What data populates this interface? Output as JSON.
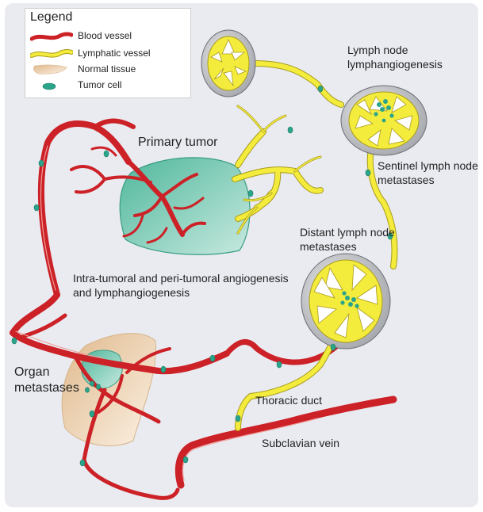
{
  "colors": {
    "background": "#e9ebf1",
    "blood_vessel": "#cc2127",
    "blood_vessel_highlight": "#f0a09c",
    "lymphatic_vessel": "#f4ec3d",
    "lymphatic_outline": "#a89a1a",
    "normal_tissue": "#e8c9a2",
    "tumor_fill": "#5cbea6",
    "tumor_cell": "#2aa58a",
    "node_capsule": "#b5b8bf",
    "node_inner": "#f4ec3d"
  },
  "legend": {
    "title": "Legend",
    "items": [
      {
        "label": "Blood vessel",
        "icon": "blood-vessel-swatch"
      },
      {
        "label": "Lymphatic vessel",
        "icon": "lymphatic-vessel-swatch"
      },
      {
        "label": "Normal tissue",
        "icon": "normal-tissue-swatch"
      },
      {
        "label": "Tumor cell",
        "icon": "tumor-cell-swatch"
      }
    ]
  },
  "labels": {
    "primary_tumor": "Primary tumor",
    "lymph_node_lymphangiogenesis": "Lymph node lymphangiogenesis",
    "sentinel_metastases": "Sentinel lymph node metastases",
    "distant_metastases": "Distant lymph node metastases",
    "angiogenesis": "Intra-tumoral and peri-tumoral angiogenesis and lymphangiogenesis",
    "organ_metastases": "Organ metastases",
    "thoracic_duct": "Thoracic duct",
    "subclavian_vein": "Subclavian vein"
  }
}
